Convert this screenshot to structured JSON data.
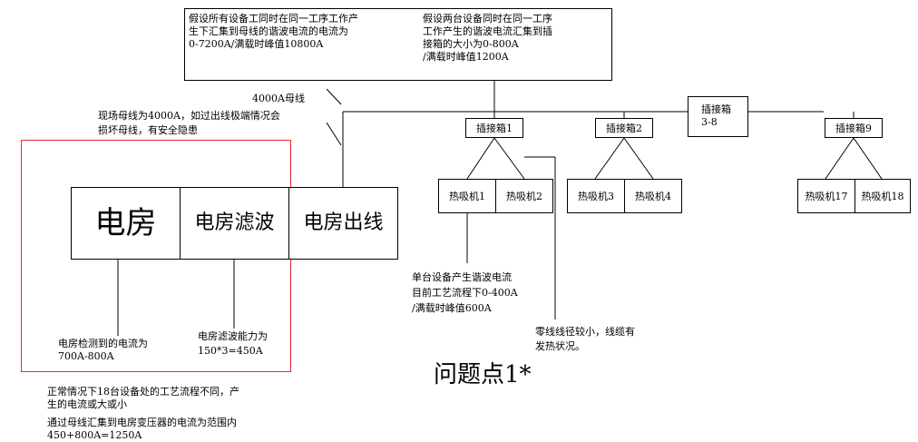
{
  "top_notes": {
    "all_devices": "假设所有设备工同时在同一工序工作产\n生下汇集到母线的谐波电流的电流为\n0-7200A/满载时峰值10800A",
    "two_devices": "假设两台设备同时在同一工序\n工作产生的谐波电流汇集到插\n接箱的大小为0-800A\n/满载时峰值1200A"
  },
  "busbar_label": "4000A母线",
  "busbar_warning": "现场母线为4000A，如过出线极端情况会\n损坏母线，有安全隐患",
  "room": {
    "main": "电房",
    "filter": "电房滤波",
    "outlet": "电房出线"
  },
  "boxes": {
    "box1": "插接箱1",
    "box2": "插接箱2",
    "box3_8": "插接箱\n3-8",
    "box9": "插接箱9"
  },
  "machines": {
    "m1": "热吸机1",
    "m2": "热吸机2",
    "m3": "热吸机3",
    "m4": "热吸机4",
    "m17": "热吸机17",
    "m18": "热吸机18"
  },
  "single_device_note": "单台设备产生谐波电流\n目前工艺流程下0-400A\n/满载时峰值600A",
  "neutral_note": "零线线径较小，线缆有\n发热状况。",
  "room_current_note": "电房检测到的电流为\n700A-800A",
  "filter_capacity_note": "电房滤波能力为\n150*3=450A",
  "problem_title": "问题点1*",
  "bottom_notes": {
    "line1": "正常情况下18台设备处的工艺流程不同，产\n生的电流或大或小",
    "line2": "通过母线汇集到电房变压器的电流为范围内\n450+800A=1250A"
  },
  "colors": {
    "highlight_border": "#e8262a",
    "line": "#000000"
  }
}
